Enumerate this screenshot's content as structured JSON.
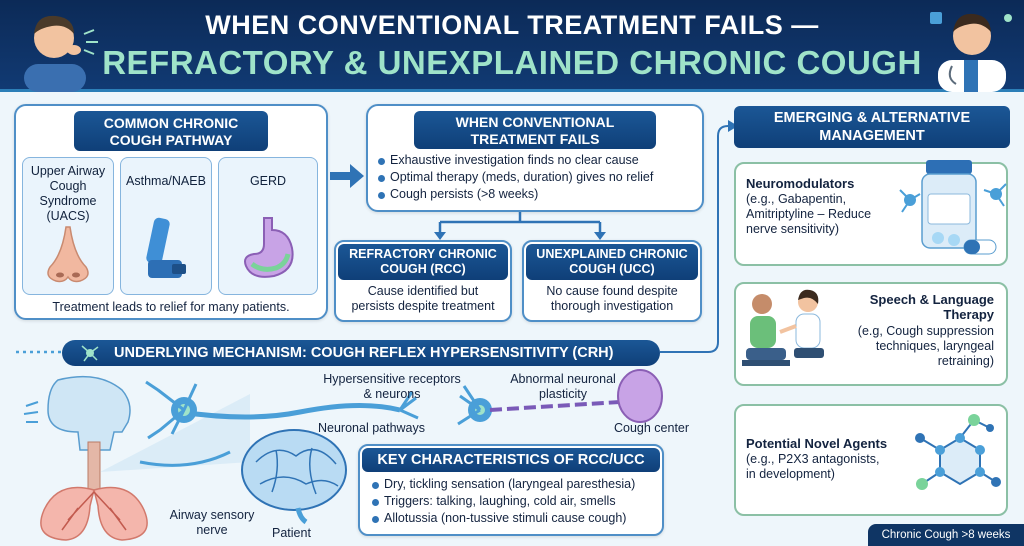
{
  "header": {
    "title_line1": "WHEN CONVENTIONAL TREATMENT FAILS —",
    "title_line2": "REFRACTORY & UNEXPLAINED CHRONIC COUGH"
  },
  "pathway": {
    "title": "COMMON CHRONIC COUGH PATHWAY",
    "cards": [
      {
        "label": "Upper Airway Cough Syndrome (UACS)",
        "icon": "nose-icon"
      },
      {
        "label": "Asthma/NAEB",
        "icon": "inhaler-icon"
      },
      {
        "label": "GERD",
        "icon": "stomach-icon"
      }
    ],
    "footer": "Treatment leads to relief for many patients."
  },
  "fails": {
    "title": "WHEN CONVENTIONAL TREATMENT FAILS",
    "bullets": [
      "Exhaustive investigation finds no clear cause",
      "Optimal therapy (meds, duration) gives no relief",
      "Cough persists (>8 weeks)"
    ]
  },
  "rcc": {
    "title": "REFRACTORY CHRONIC COUGH (RCC)",
    "text": "Cause identified but persists despite treatment"
  },
  "ucc": {
    "title": "UNEXPLAINED CHRONIC COUGH (UCC)",
    "text": "No cause found despite thorough investigation"
  },
  "mechanism": {
    "title": "UNDERLYING MECHANISM: COUGH REFLEX HYPERSENSITIVITY (CRH)",
    "labels": {
      "receptors": "Hypersensitive receptors & neurons",
      "plasticity": "Abnormal neuronal plasticity",
      "pathways": "Neuronal pathways",
      "cough_center": "Cough center",
      "airway_nerve": "Airway sensory nerve",
      "patient": "Patient"
    }
  },
  "characteristics": {
    "title": "KEY CHARACTERISTICS OF RCC/UCC",
    "bullets": [
      "Dry, tickling sensation (laryngeal paresthesia)",
      "Triggers: talking, laughing, cold air, smells",
      "Allotussia (non-tussive stimuli cause cough)"
    ]
  },
  "emerging": {
    "title": "EMERGING & ALTERNATIVE MANAGEMENT",
    "items": [
      {
        "title": "Neuromodulators",
        "text": "(e.g., Gabapentin, Amitriptyline – Reduce nerve sensitivity)"
      },
      {
        "title": "Speech & Language Therapy",
        "text": "(e.g, Cough suppression techniques, laryngeal retraining)"
      },
      {
        "title": "Potential Novel Agents",
        "text": "(e.g., P2X3 antagonists, in development)"
      }
    ]
  },
  "badge": "Chronic Cough >8 weeks",
  "colors": {
    "navy": "#0c2a57",
    "accent": "#2f73b5",
    "mint": "#9fe3c9",
    "neuron": "#4a9fd8"
  }
}
